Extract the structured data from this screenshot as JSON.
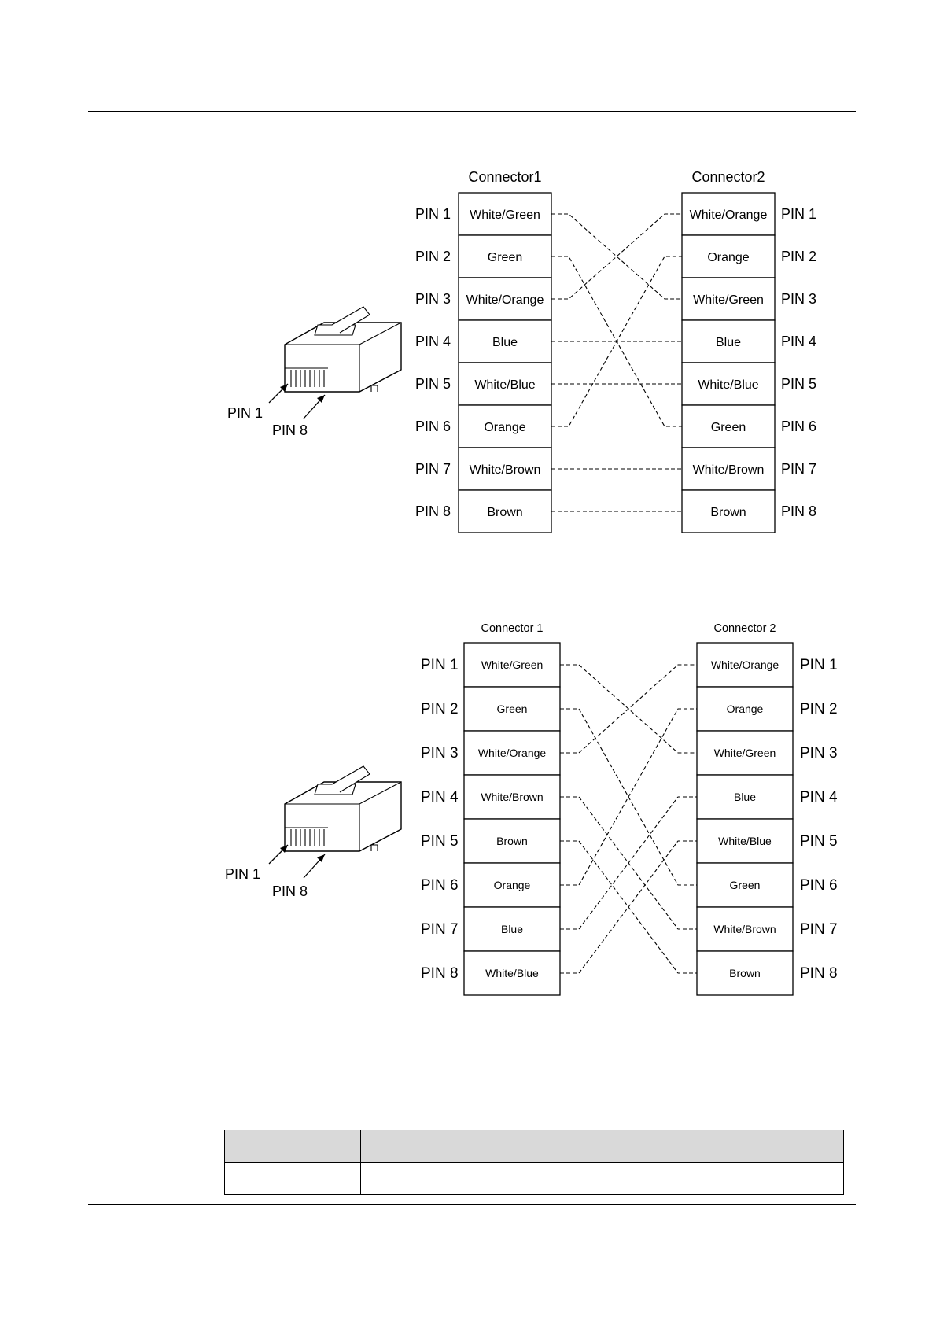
{
  "diagrams": [
    {
      "connector1_title": "Connector1",
      "connector2_title": "Connector2",
      "pin_labels": [
        "PIN 1",
        "PIN 2",
        "PIN 3",
        "PIN 4",
        "PIN 5",
        "PIN 6",
        "PIN 7",
        "PIN 8"
      ],
      "connector1_wires": [
        "White/Green",
        "Green",
        "White/Orange",
        "Blue",
        "White/Blue",
        "Orange",
        "White/Brown",
        "Brown"
      ],
      "connector2_wires": [
        "White/Orange",
        "Orange",
        "White/Green",
        "Blue",
        "White/Blue",
        "Green",
        "White/Brown",
        "Brown"
      ],
      "plug_pin_labels": [
        "PIN 1",
        "PIN 8"
      ],
      "connections": [
        [
          1,
          3
        ],
        [
          2,
          6
        ],
        [
          3,
          1
        ],
        [
          4,
          4
        ],
        [
          5,
          5
        ],
        [
          6,
          2
        ],
        [
          7,
          7
        ],
        [
          8,
          8
        ]
      ]
    },
    {
      "connector1_title": "Connector 1",
      "connector2_title": "Connector 2",
      "pin_labels": [
        "PIN 1",
        "PIN 2",
        "PIN 3",
        "PIN 4",
        "PIN 5",
        "PIN 6",
        "PIN 7",
        "PIN 8"
      ],
      "connector1_wires": [
        "White/Green",
        "Green",
        "White/Orange",
        "White/Brown",
        "Brown",
        "Orange",
        "Blue",
        "White/Blue"
      ],
      "connector2_wires": [
        "White/Orange",
        "Orange",
        "White/Green",
        "Blue",
        "White/Blue",
        "Green",
        "White/Brown",
        "Brown"
      ],
      "plug_pin_labels": [
        "PIN 1",
        "PIN 8"
      ],
      "connections": [
        [
          1,
          3
        ],
        [
          2,
          6
        ],
        [
          3,
          1
        ],
        [
          4,
          7
        ],
        [
          5,
          8
        ],
        [
          6,
          2
        ],
        [
          7,
          4
        ],
        [
          8,
          5
        ]
      ]
    }
  ],
  "footer_table": {
    "header": [
      "",
      ""
    ],
    "rows": [
      [
        "",
        ""
      ]
    ]
  }
}
